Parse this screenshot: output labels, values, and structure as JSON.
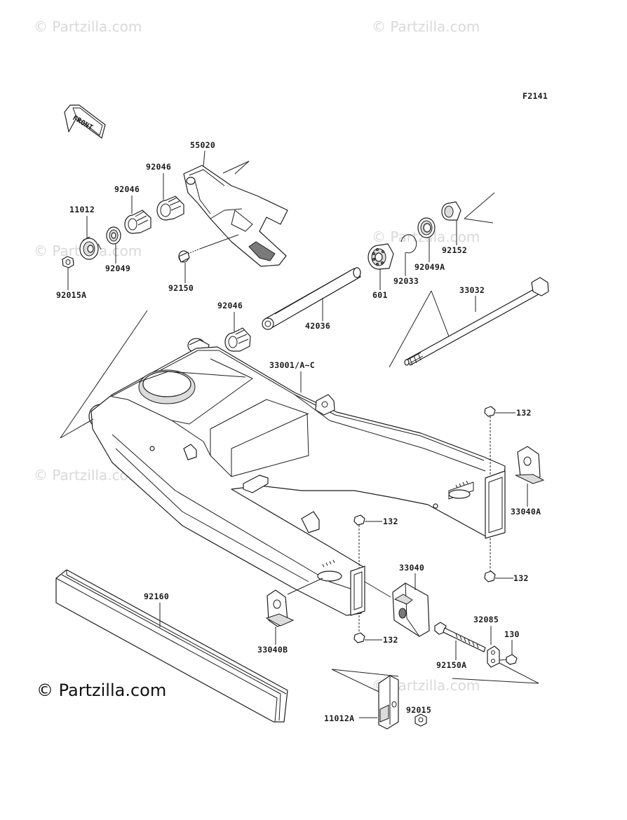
{
  "figure_code": "F2141",
  "front_arrow_label": "FRONT",
  "watermark_text": "© Partzilla.com",
  "brand_watermark": "© Partzilla.com",
  "parts": {
    "p55020": "55020",
    "p92046_a": "92046",
    "p92046_b": "92046",
    "p11012": "11012",
    "p92049": "92049",
    "p92015A": "92015A",
    "p92150": "92150",
    "p92152": "92152",
    "p92049A": "92049A",
    "p92033": "92033",
    "p601": "601",
    "p42036": "42036",
    "p92046_c": "92046",
    "p33032": "33032",
    "p33001": "33001/A~C",
    "p132_a": "132",
    "p33040A": "33040A",
    "p132_b": "132",
    "p132_c": "132",
    "p33040": "33040",
    "p92160": "92160",
    "p132_d": "132",
    "p33040B": "33040B",
    "p32085": "32085",
    "p130": "130",
    "p92150A": "92150A",
    "p92015": "92015",
    "p11012A": "11012A"
  }
}
